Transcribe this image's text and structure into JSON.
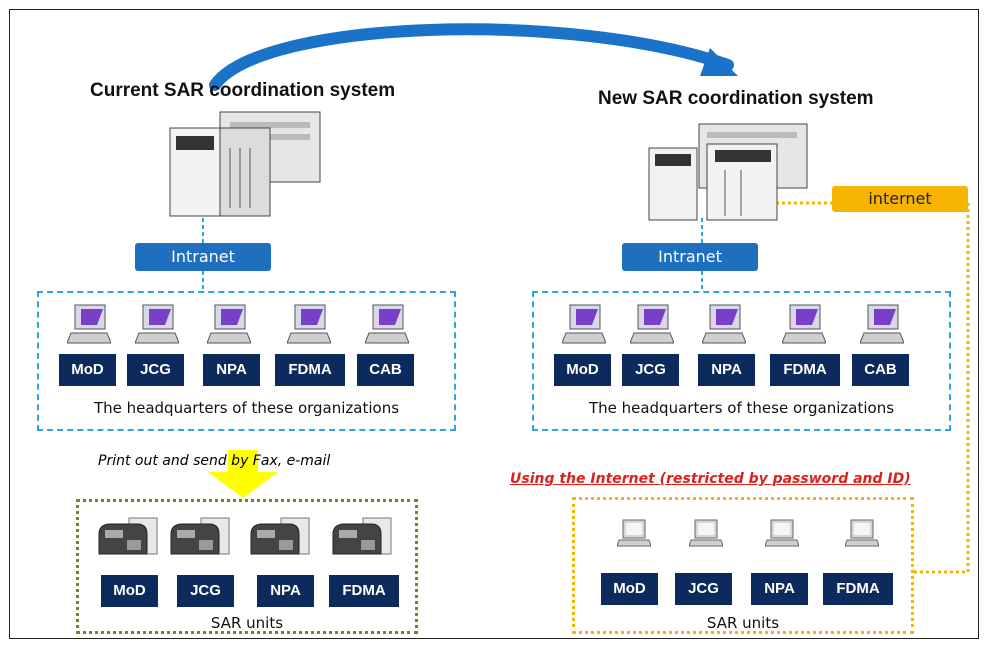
{
  "left": {
    "title": "Current SAR coordination  system",
    "network_label": "Intranet",
    "headquarters": [
      "MoD",
      "JCG",
      "NPA",
      "FDMA",
      "CAB"
    ],
    "headquarters_caption": "The headquarters of these organizations",
    "transfer_note": "Print out and send by Fax, e-mail",
    "units": [
      "MoD",
      "JCG",
      "NPA",
      "FDMA"
    ],
    "units_caption": "SAR units"
  },
  "right": {
    "title": "New SAR coordination  system",
    "network_label": "Intranet",
    "internet_label": "internet",
    "headquarters": [
      "MoD",
      "JCG",
      "NPA",
      "FDMA",
      "CAB"
    ],
    "headquarters_caption": "The headquarters of these organizations",
    "transfer_note": "Using the Internet (restricted by password and ID)",
    "units": [
      "MoD",
      "JCG",
      "NPA",
      "FDMA"
    ],
    "units_caption": "SAR units"
  },
  "colors": {
    "intranet": "#1f6fbf",
    "internet": "#f6b400",
    "org_box": "#0c2b5c",
    "hq_border": "#2aa7e3",
    "left_units_border": "#6a8a2a",
    "right_units_border": "#f4b400",
    "arrow": "#1a73c9",
    "down_arrow": "#ffff00",
    "note_red": "#e0201b"
  },
  "icons": [
    "transition-arrow-icon",
    "server-icon",
    "workstation-icon",
    "fax-icon",
    "laptop-icon",
    "down-arrow-icon"
  ]
}
